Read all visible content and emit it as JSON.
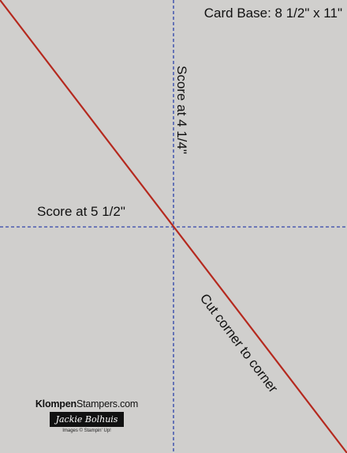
{
  "labels": {
    "card_base": "Card Base: 8 1/2\" x 11\"",
    "score_horizontal": "Score at 5 1/2\"",
    "score_vertical": "Score at 4 1/4\"",
    "cut": "Cut corner to corner"
  },
  "branding": {
    "site_bold": "Klompen",
    "site_rest": "Stampers.com",
    "name": "Jackie Bolhuis",
    "credit": "Images © Stampin' Up!"
  },
  "colors": {
    "background": "#d0cfcd",
    "score_line": "#4a5cb0",
    "cut_line": "#b5291e"
  }
}
